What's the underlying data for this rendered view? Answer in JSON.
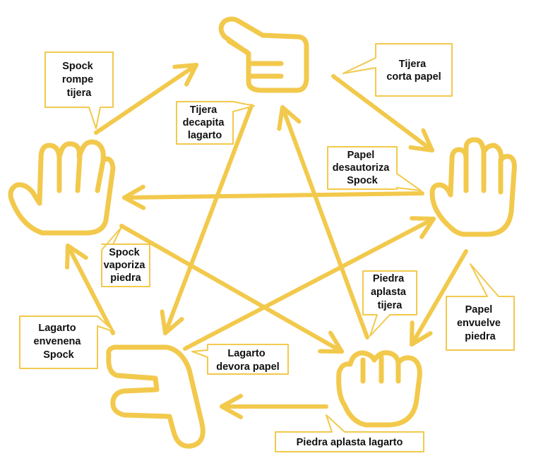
{
  "colors": {
    "accent": "#F2C94C",
    "text": "#111111",
    "box_fill": "#ffffff"
  },
  "hands": [
    {
      "name": "scissors-hand-icon"
    },
    {
      "name": "paper-hand-icon"
    },
    {
      "name": "rock-fist-icon"
    },
    {
      "name": "lizard-hand-icon"
    },
    {
      "name": "spock-hand-icon"
    }
  ],
  "labels": {
    "tijera_corta_papel": [
      "Tijera",
      "corta papel"
    ],
    "papel_desautoriza_spock": [
      "Papel",
      "desautoriza",
      "Spock"
    ],
    "papel_envuelve_piedra": [
      "Papel",
      "envuelve",
      "piedra"
    ],
    "piedra_aplasta_tijera": [
      "Piedra",
      "aplasta",
      "tijera"
    ],
    "piedra_aplasta_lagarto": [
      "Piedra aplasta lagarto"
    ],
    "lagarto_devora_papel": [
      "Lagarto",
      "devora papel"
    ],
    "lagarto_envenena_spock": [
      "Lagarto",
      "envenena",
      "Spock"
    ],
    "spock_vaporiza_piedra": [
      "Spock",
      "vaporiza",
      "piedra"
    ],
    "spock_rompe_tijera": [
      "Spock",
      "rompe",
      "tijera"
    ],
    "tijera_decapita_lagarto": [
      "Tijera",
      "decapita",
      "lagarto"
    ]
  }
}
